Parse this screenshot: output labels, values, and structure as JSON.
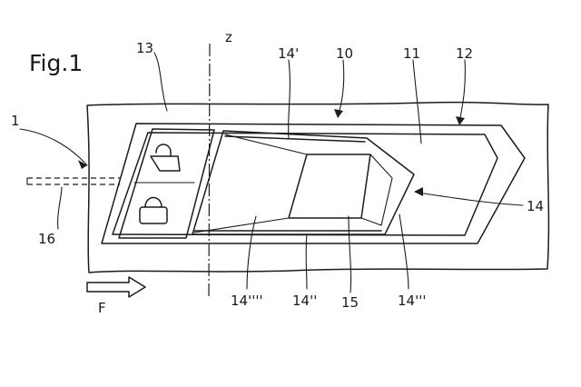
{
  "figure": {
    "label": "Fig.1"
  },
  "axis": {
    "label": "z"
  },
  "direction": {
    "label": "F"
  },
  "references": {
    "r1": "1",
    "r10": "10",
    "r11": "11",
    "r12": "12",
    "r13": "13",
    "r14": "14",
    "r14p": "14'",
    "r14pp": "14''",
    "r14ppp": "14'''",
    "r14pppp": "14''''",
    "r15": "15",
    "r16": "16"
  },
  "icons": [
    "padlock-closed-icon",
    "padlock-open-icon",
    "arrow-right-icon"
  ]
}
